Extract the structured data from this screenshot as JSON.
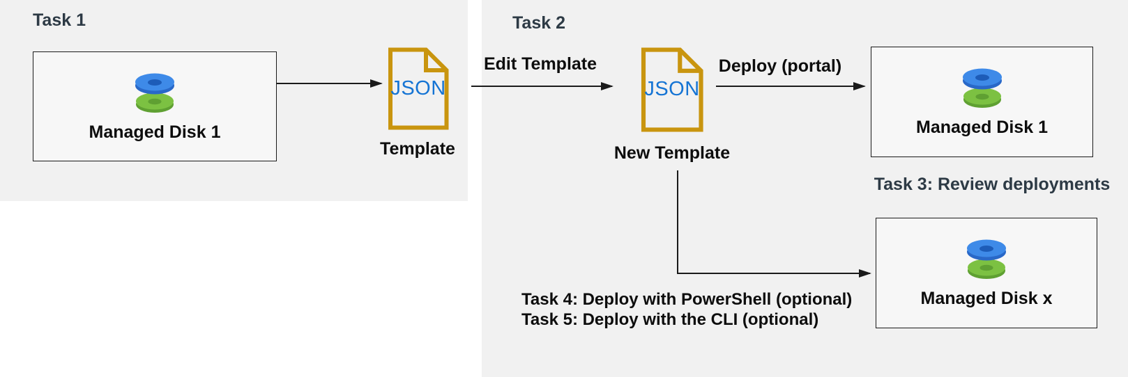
{
  "diagram": {
    "task1": {
      "heading": "Task 1",
      "disk_box": {
        "label": "Managed Disk 1"
      },
      "template_file": {
        "type_label": "JSON",
        "caption": "Template"
      }
    },
    "task2": {
      "heading": "Task 2",
      "edit_arrow_label": "Edit Template",
      "new_template_file": {
        "type_label": "JSON",
        "caption": "New Template"
      },
      "deploy_arrow_label": "Deploy (portal)",
      "deployed_disk_box": {
        "label": "Managed Disk 1"
      }
    },
    "task3": {
      "caption": "Task 3: Review deployments",
      "disk_box": {
        "label": "Managed Disk x"
      }
    },
    "task4": {
      "caption": "Task 4: Deploy with PowerShell (optional)"
    },
    "task5": {
      "caption": "Task 5: Deploy with the CLI (optional)"
    }
  },
  "colors": {
    "panel_bg": "#f1f1f1",
    "box_bg": "#f7f7f7",
    "box_border": "#1a1a1a",
    "heading_text": "#2d3a45",
    "body_text": "#0d0d0d",
    "arrow": "#1a1a1a",
    "file_border": "#c9950f",
    "json_text": "#1574d4",
    "disk_blue_top": "#3e8ae8",
    "disk_blue_side": "#2968c8",
    "disk_blue_hole": "#1d5cb8",
    "disk_green_top": "#7cc142",
    "disk_green_side": "#5fa032"
  }
}
